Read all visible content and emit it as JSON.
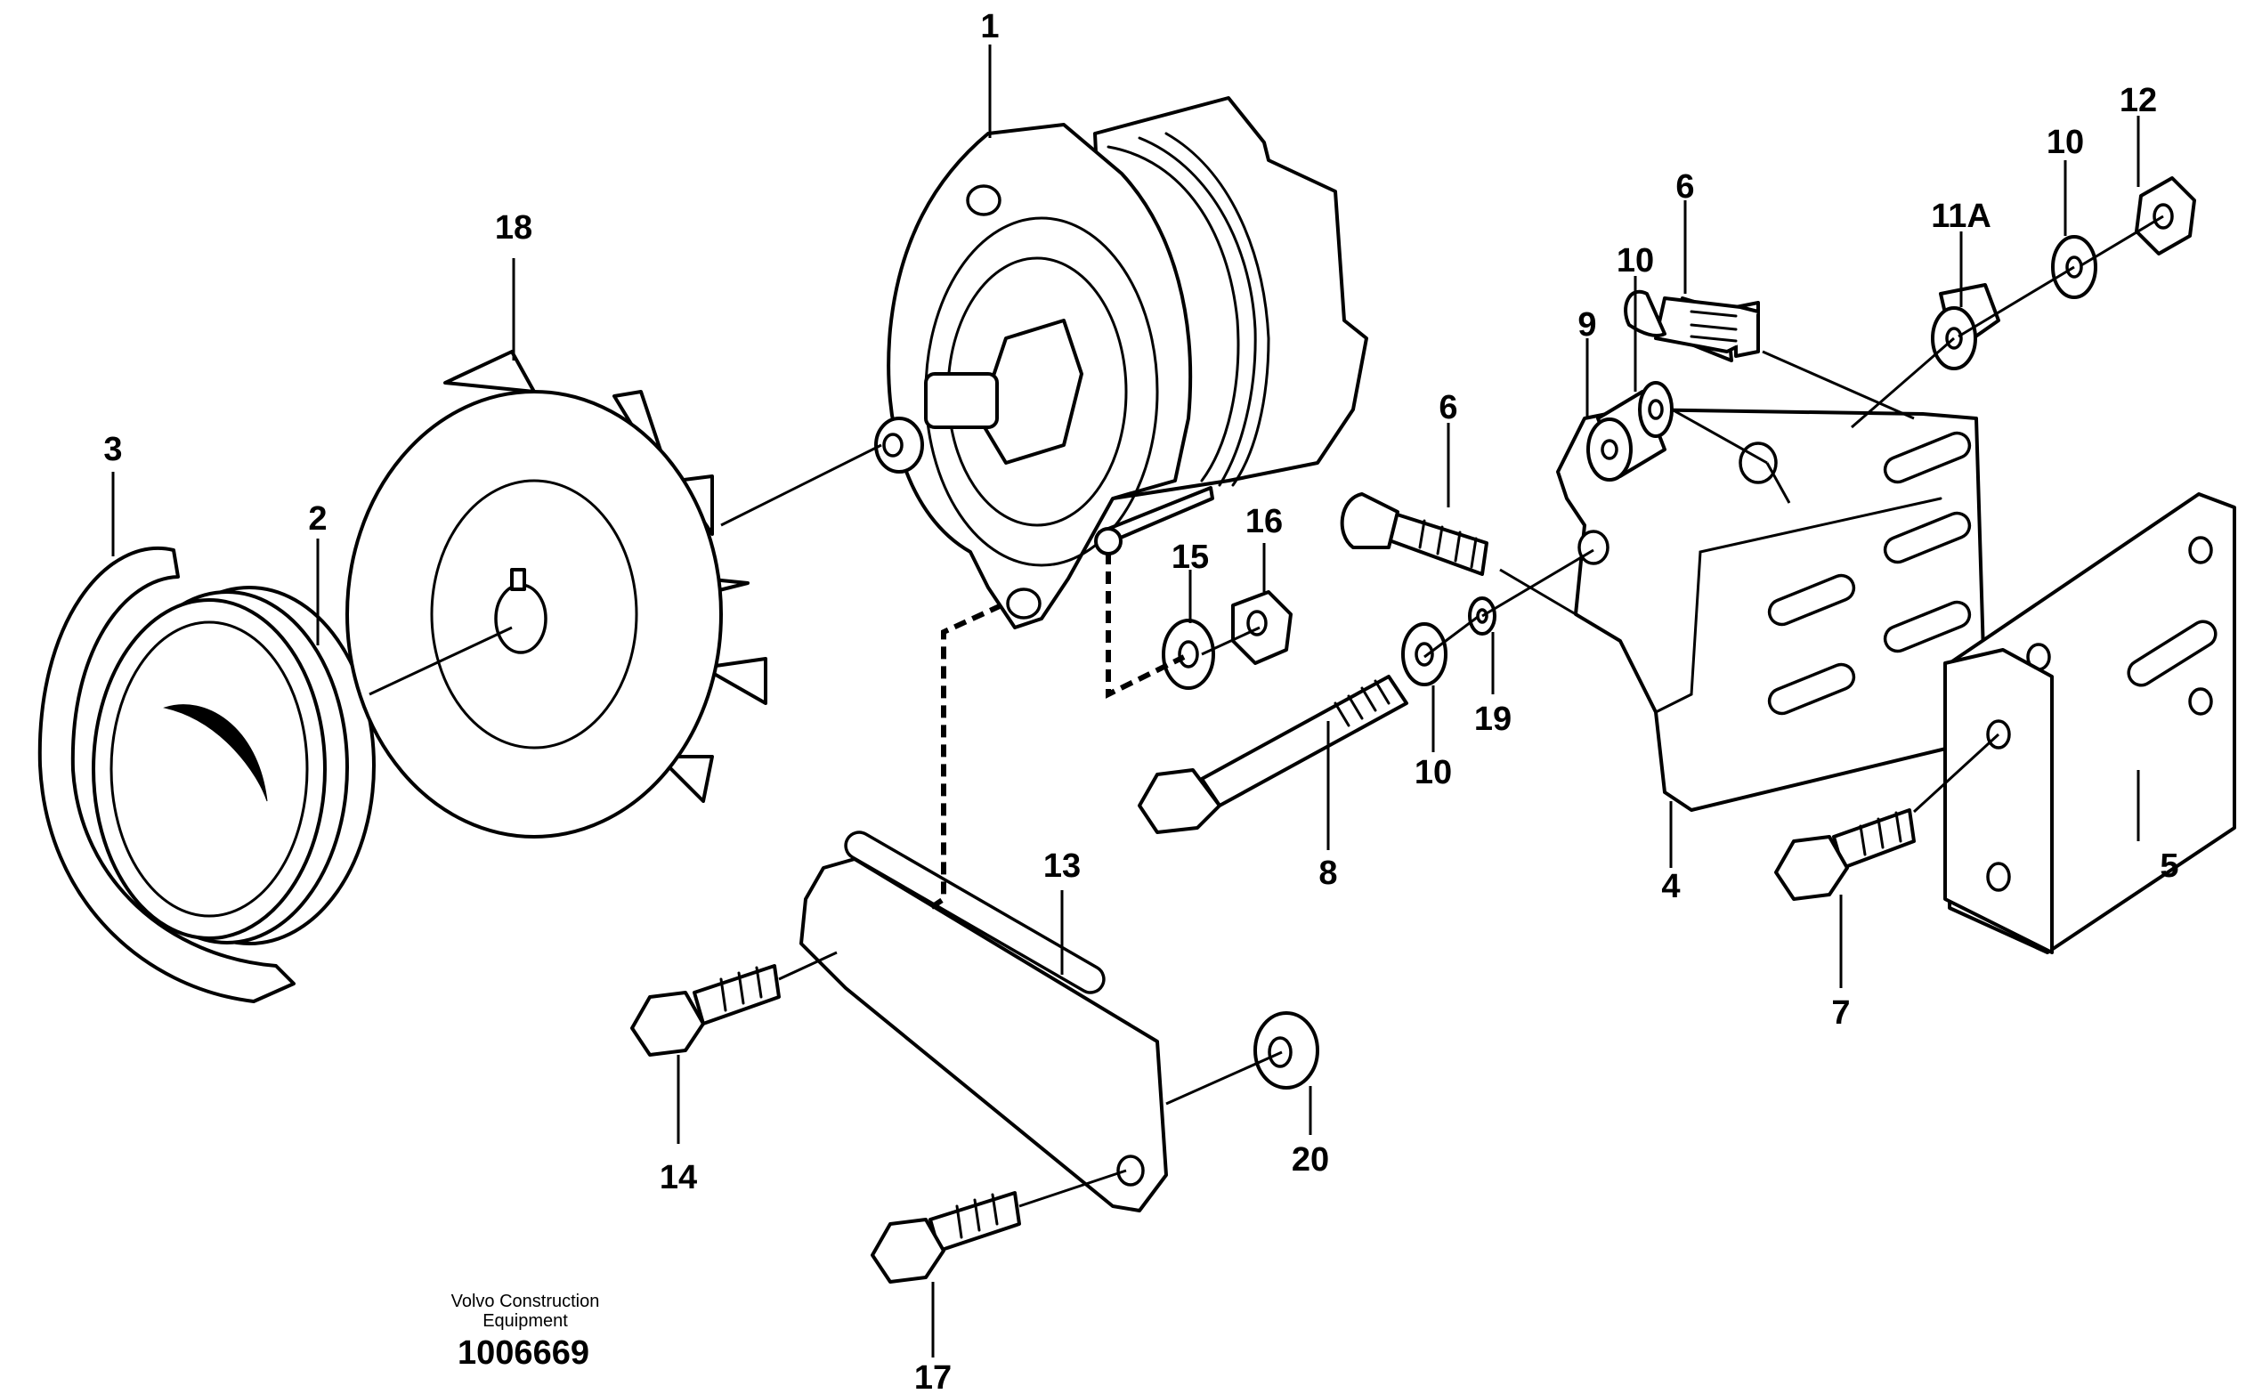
{
  "diagram": {
    "callouts": {
      "c1": "1",
      "c2": "2",
      "c3": "3",
      "c4": "4",
      "c5": "5",
      "c6a": "6",
      "c6b": "6",
      "c7": "7",
      "c8": "8",
      "c9": "9",
      "c10a": "10",
      "c10b": "10",
      "c10c": "10",
      "c11a": "11A",
      "c12": "12",
      "c13": "13",
      "c14": "14",
      "c15": "15",
      "c16": "16",
      "c17": "17",
      "c18": "18",
      "c19": "19",
      "c20": "20"
    },
    "footer": {
      "company_line1": "Volvo Construction",
      "company_line2": "Equipment",
      "figure_number": "1006669"
    }
  }
}
